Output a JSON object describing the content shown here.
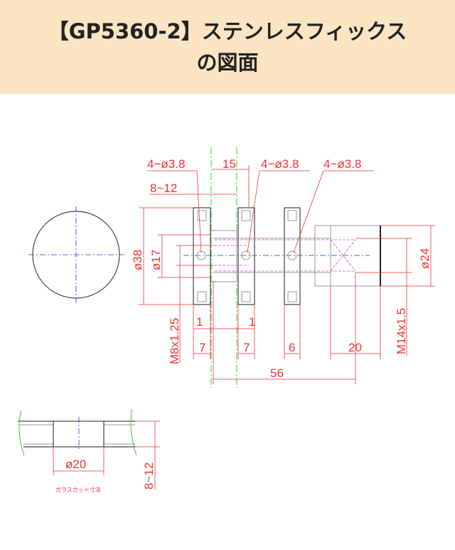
{
  "header": {
    "title_line1": "【GP5360-2】ステンレスフィックス",
    "title_line2": "の図面"
  },
  "drawing": {
    "hole_label_1": "4−ø3.8",
    "hole_label_2": "4−ø3.8",
    "hole_label_3": "4−ø3.8",
    "dim_15": "15",
    "dim_glass_thickness": "8~12",
    "dim_d38": "ø38",
    "dim_d17": "ø17",
    "dim_m8": "M8x1.25",
    "dim_1_left": "1",
    "dim_1_right": "1",
    "dim_7_left": "7",
    "dim_7_right": "7",
    "dim_6": "6",
    "dim_20": "20",
    "dim_56": "56",
    "dim_m14": "M14x1.5",
    "dim_d24": "ø24",
    "glass_cut": {
      "dim_d20": "ø20",
      "dim_thickness": "8~12",
      "label": "ガラスカット寸法"
    }
  }
}
